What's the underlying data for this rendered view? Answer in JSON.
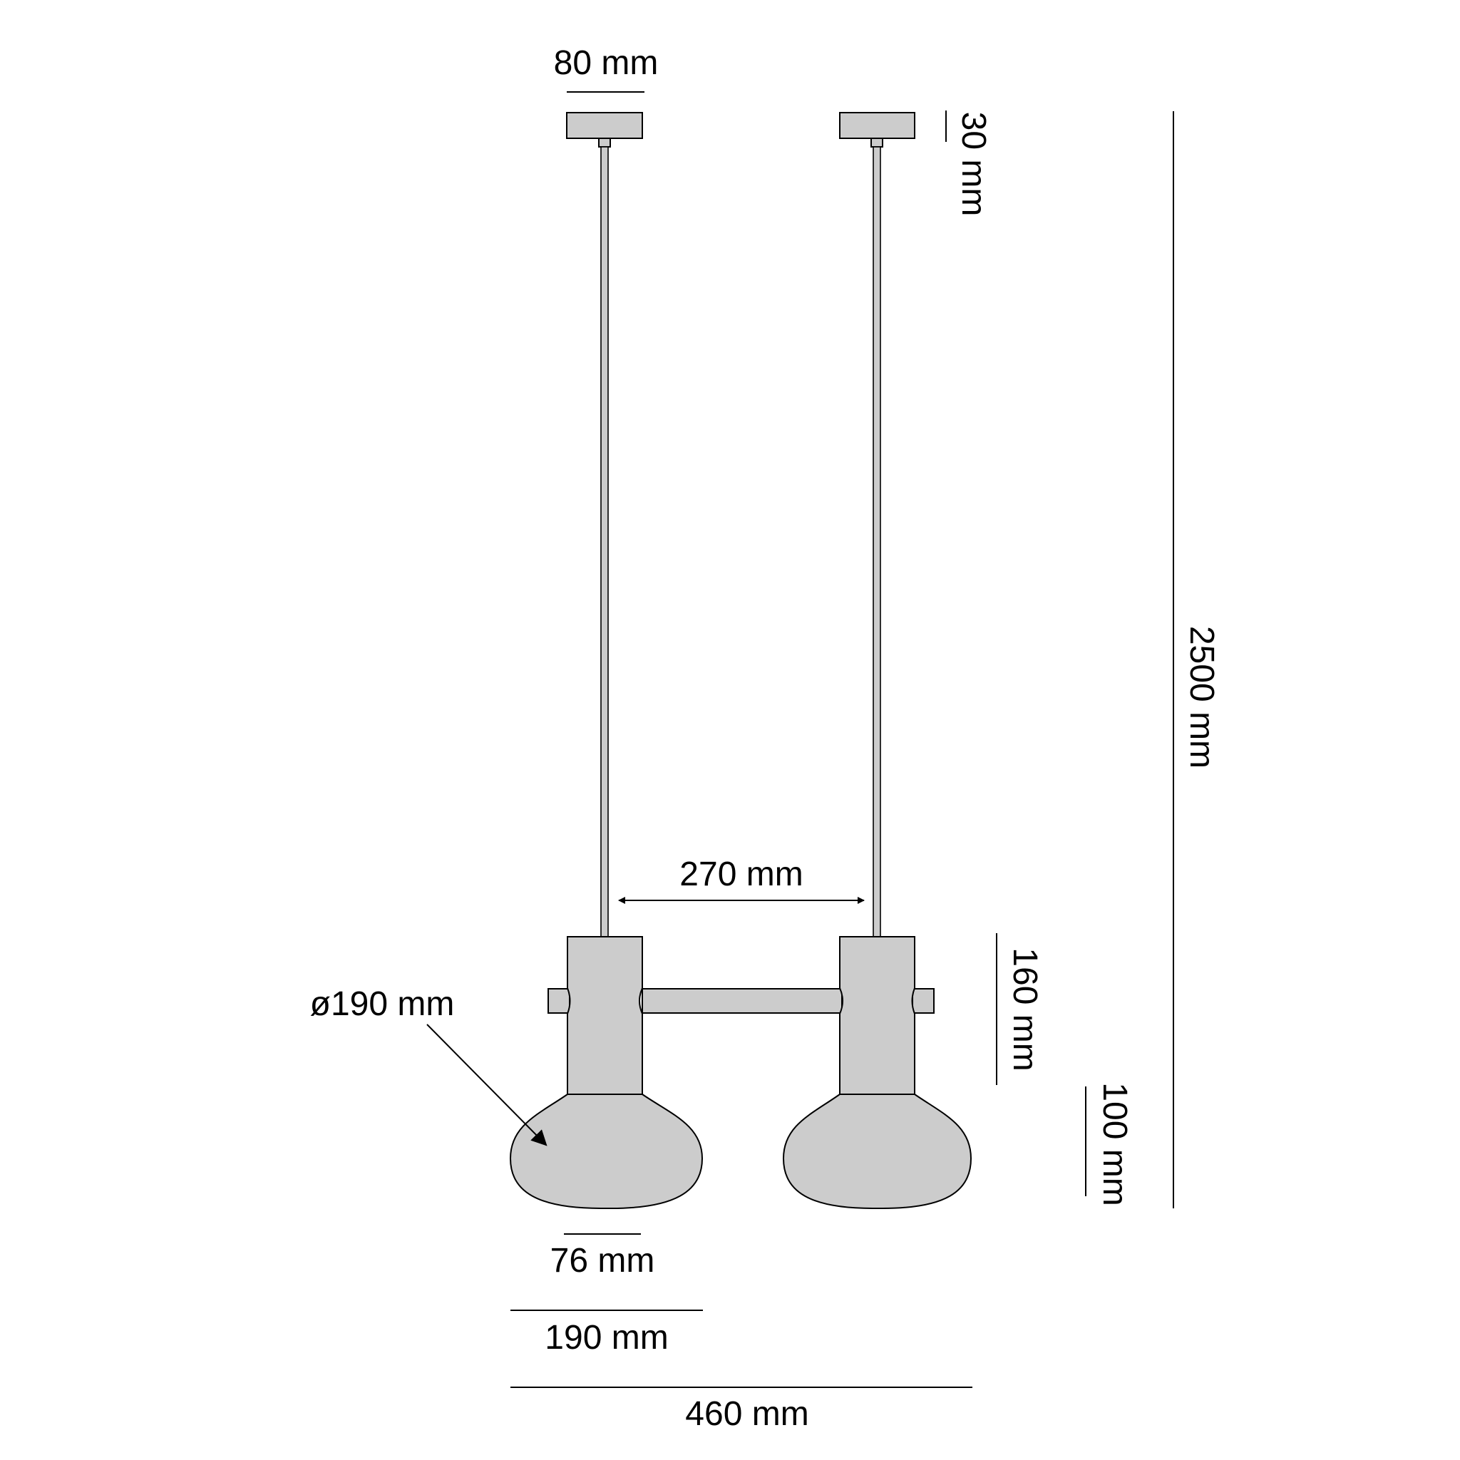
{
  "diagram": {
    "subject": "double pendant lamp dimension drawing",
    "colors": {
      "fill": "#cccccc",
      "stroke": "#000000",
      "background": "#ffffff"
    },
    "labels": {
      "canopy_width": "80 mm",
      "canopy_height": "30 mm",
      "total_height": "2500 mm",
      "spacing": "270 mm",
      "body_height": "160 mm",
      "shade_height": "100 mm",
      "shade_diameter": "ø190 mm",
      "neck_width": "76 mm",
      "shade_width": "190 mm",
      "total_width": "460 mm"
    }
  }
}
